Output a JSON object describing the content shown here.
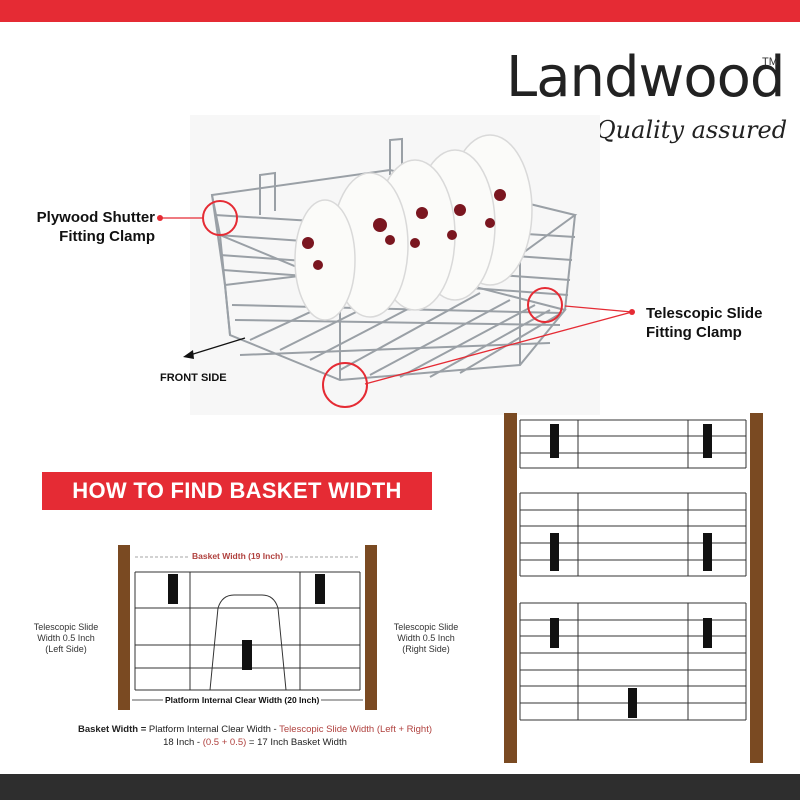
{
  "brand": {
    "name": "Landwood",
    "trademark": "TM",
    "tagline": "Quality assured"
  },
  "callouts": {
    "plywood": [
      "Plywood Shutter",
      "Fitting Clamp"
    ],
    "telescopic": [
      "Telescopic Slide",
      "Fitting Clamp"
    ],
    "front_side": "FRONT SIDE"
  },
  "heading": "HOW TO FIND BASKET WIDTH",
  "diagram": {
    "basket_width_label": "Basket Width (19 Inch)",
    "platform_width_label": "Platform Internal Clear Width (20 Inch)",
    "left_slide": [
      "Telescopic Slide",
      "Width 0.5 Inch",
      "(Left Side)"
    ],
    "right_slide": [
      "Telescopic Slide",
      "Width 0.5 Inch",
      "(Right Side)"
    ]
  },
  "formula": {
    "line1_bold": "Basket Width =",
    "line1_plain": " Platform Internal Clear Width - ",
    "line1_red": "Telescopic Slide Width (Left + Right)",
    "line2_plain_a": "18 Inch - ",
    "line2_red": "(0.5 + 0.5)",
    "line2_plain_b": " = 17 Inch Basket Width"
  },
  "colors": {
    "accent": "#e52b34",
    "wood": "#7a4a22",
    "dark_band": "#2e2e2e",
    "formula_red": "#b0413e"
  }
}
